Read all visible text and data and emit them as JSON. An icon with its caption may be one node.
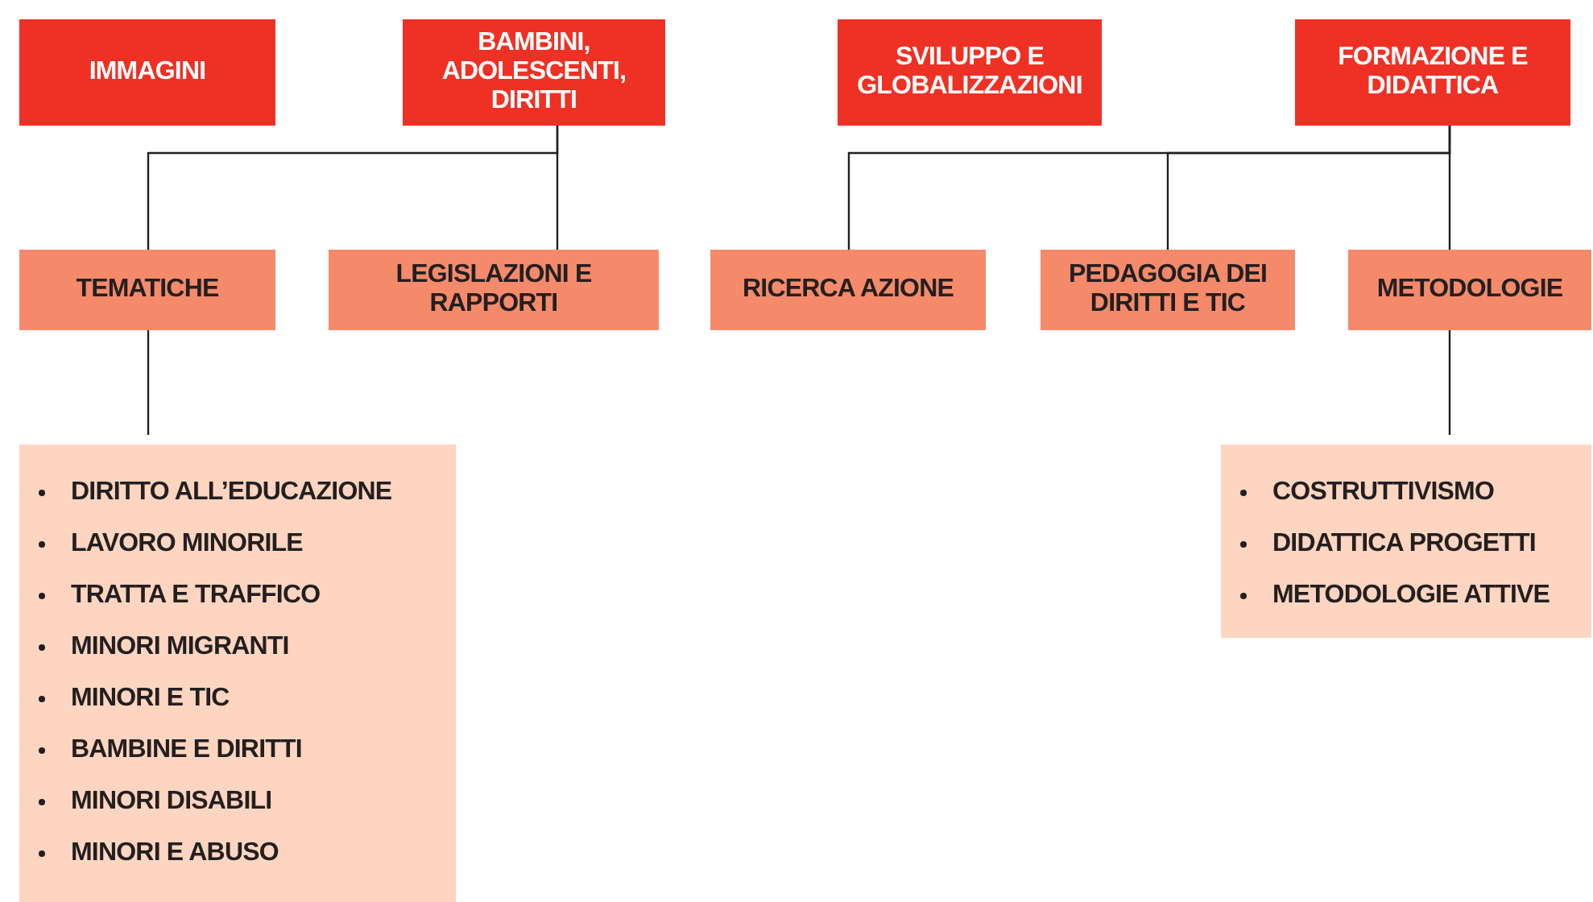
{
  "diagram": {
    "nodes": [
      {
        "text": [
          "IMMAGINI"
        ]
      },
      {
        "text": [
          "BAMBINI, ADOLESCENTI, DIRITTI"
        ]
      },
      {
        "text": [
          "SVILUPPO E GLOBALIZZAZIONI"
        ]
      },
      {
        "text": [
          "FORMAZIONE E DIDATTICA"
        ]
      },
      {
        "text": [
          "TEMATICHE"
        ]
      },
      {
        "text": [
          "LEGISLAZIONI E RAPPORTI"
        ]
      },
      {
        "text": [
          "RICERCA AZIONE"
        ]
      },
      {
        "text": [
          "PEDAGOGIA DEI DIRITTI E TIC"
        ]
      },
      {
        "text": [
          "METODOLOGIE"
        ]
      },
      {
        "text": [
          "DIRITTO ALL’EDUCAZIONE",
          "LAVORO MINORILE",
          "TRATTA E TRAFFICO",
          "MINORI MIGRANTI",
          "MINORI E TIC",
          "BAMBINE E DIRITTI",
          "MINORI DISABILI",
          "MINORI E ABUSO"
        ]
      },
      {
        "text": [
          "COSTRUTTIVISMO",
          "DIDATTICA PROGETTI",
          "METODOLOGIE ATTIVE"
        ]
      }
    ],
    "edges": [
      {
        "from": 1,
        "to": 4,
        "arrow": "none"
      },
      {
        "from": 1,
        "to": 5,
        "arrow": "none"
      },
      {
        "from": 3,
        "to": 6,
        "arrow": "none"
      },
      {
        "from": 3,
        "to": 7,
        "arrow": "none"
      },
      {
        "from": 3,
        "to": 8,
        "arrow": "none"
      },
      {
        "from": 4,
        "to": 9,
        "arrow": "none"
      },
      {
        "from": 8,
        "to": 10,
        "arrow": "none"
      }
    ]
  }
}
